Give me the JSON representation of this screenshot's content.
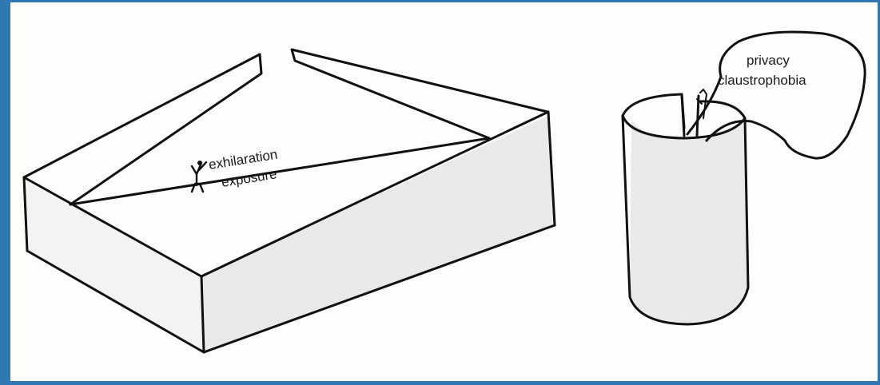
{
  "open_box": {
    "label_line_1": "exhilaration",
    "label_line_2": "exposure"
  },
  "enclosed_cylinder": {
    "bubble_line_1": "privacy",
    "bubble_line_2": "claustrophobia"
  },
  "colors": {
    "frame": "#2f78b4",
    "paper": "#fdfdfb",
    "ink": "#111111",
    "shading": "#e9e9e7"
  }
}
